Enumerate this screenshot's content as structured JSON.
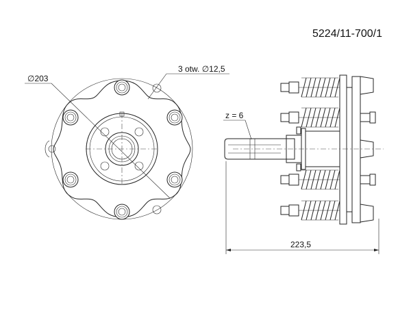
{
  "drawing": {
    "part_number": "5224/11-700/1",
    "labels": {
      "diameter": "∅203",
      "holes": "3 otw. ∅12,5",
      "splines": "z = 6",
      "length": "223,5"
    }
  }
}
